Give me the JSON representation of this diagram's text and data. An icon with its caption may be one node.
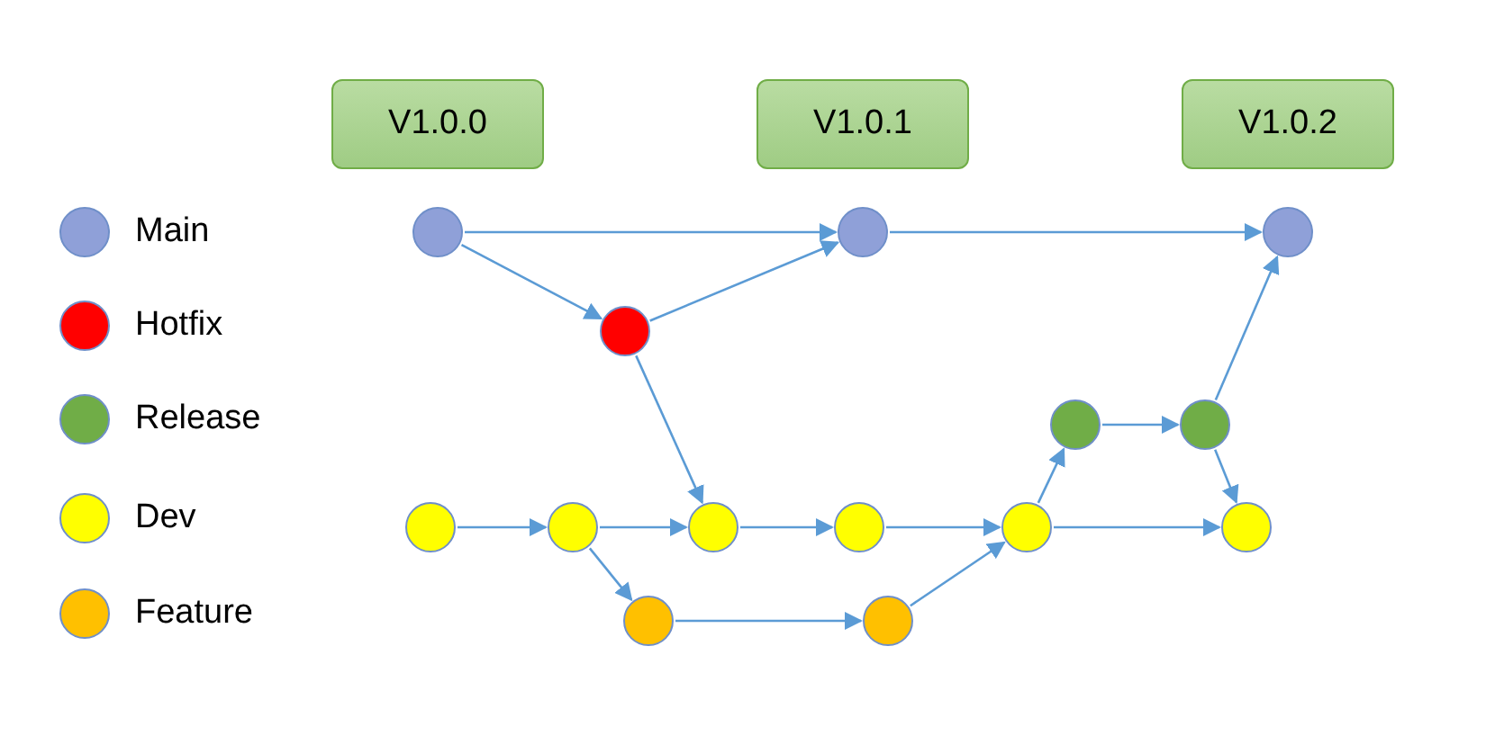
{
  "diagram": {
    "nodes": [
      {
        "text": [
          "V1.0.0"
        ]
      },
      {
        "text": [
          "V1.0.1"
        ]
      },
      {
        "text": [
          "V1.0.2"
        ]
      },
      {
        "text": [],
        "shape": "circle"
      },
      {
        "text": [],
        "shape": "circle"
      },
      {
        "text": [],
        "shape": "circle"
      },
      {
        "text": [],
        "shape": "circle"
      },
      {
        "text": [],
        "shape": "circle"
      },
      {
        "text": [],
        "shape": "circle"
      },
      {
        "text": [],
        "shape": "circle"
      },
      {
        "text": [],
        "shape": "circle"
      },
      {
        "text": [],
        "shape": "circle"
      },
      {
        "text": [],
        "shape": "circle"
      },
      {
        "text": [],
        "shape": "circle"
      },
      {
        "text": [],
        "shape": "circle"
      },
      {
        "text": [],
        "shape": "circle"
      },
      {
        "text": [],
        "shape": "circle"
      }
    ],
    "edges": [
      {
        "from": 3,
        "to": 4,
        "arrow": "to"
      },
      {
        "from": 3,
        "to": 6,
        "arrow": "to"
      },
      {
        "from": 6,
        "to": 4,
        "arrow": "to"
      },
      {
        "from": 4,
        "to": 5,
        "arrow": "to"
      },
      {
        "from": 8,
        "to": 5,
        "arrow": "to"
      },
      {
        "from": 6,
        "to": 11,
        "arrow": "to"
      },
      {
        "from": 9,
        "to": 10,
        "arrow": "to"
      },
      {
        "from": 10,
        "to": 11,
        "arrow": "to"
      },
      {
        "from": 11,
        "to": 12,
        "arrow": "to"
      },
      {
        "from": 12,
        "to": 13,
        "arrow": "to"
      },
      {
        "from": 13,
        "to": 14,
        "arrow": "to"
      },
      {
        "from": 10,
        "to": 15,
        "arrow": "to"
      },
      {
        "from": 15,
        "to": 16,
        "arrow": "to"
      },
      {
        "from": 16,
        "to": 13,
        "arrow": "to"
      },
      {
        "from": 13,
        "to": 7,
        "arrow": "to"
      },
      {
        "from": 7,
        "to": 8,
        "arrow": "to"
      },
      {
        "from": 8,
        "to": 14,
        "arrow": "to"
      }
    ],
    "legend": [
      {
        "text": "Main",
        "color": "#8fa0d8"
      },
      {
        "text": "Hotfix",
        "color": "#ff0000"
      },
      {
        "text": "Release",
        "color": "#70ad47"
      },
      {
        "text": "Dev",
        "color": "#ffff00"
      },
      {
        "text": "Feature",
        "color": "#ffc000"
      }
    ]
  }
}
